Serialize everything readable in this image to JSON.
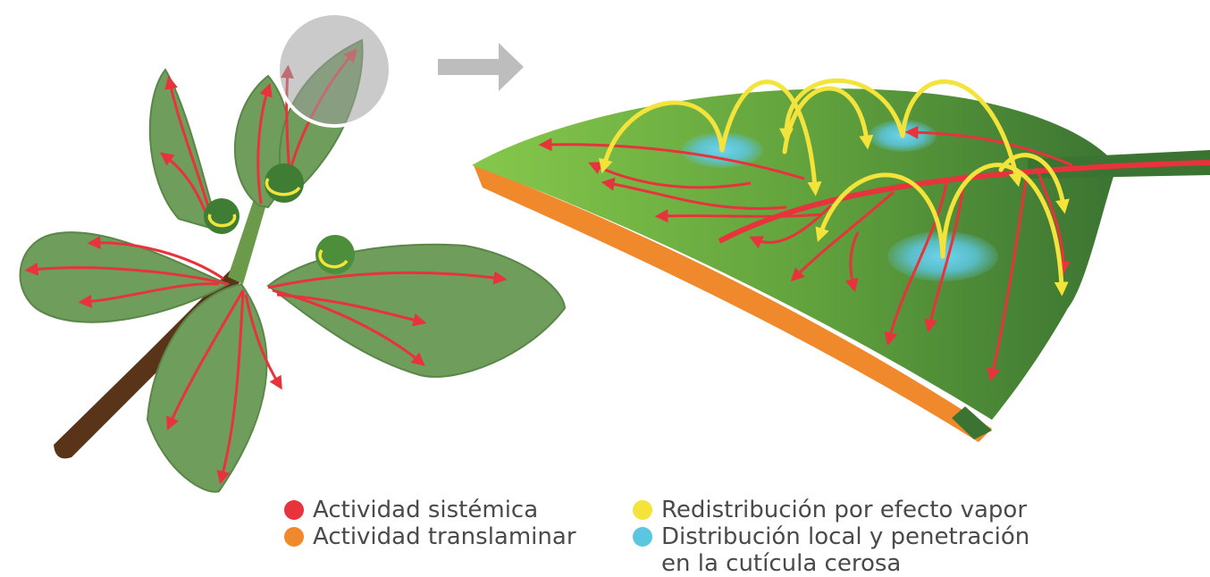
{
  "colors": {
    "systemic": "#e8323c",
    "translaminar": "#f0882c",
    "vapor": "#f4e33a",
    "local": "#5bc6e0",
    "leaf_light": "#7cbf45",
    "leaf_dark": "#3f7d34",
    "plant_leaf": "#6f9d5c",
    "stem": "#5a3418",
    "arrow_gray": "#bdbdbd"
  },
  "legend": {
    "items": [
      {
        "label": "Actividad sistémica",
        "color_key": "systemic"
      },
      {
        "label": "Actividad translaminar",
        "color_key": "translaminar"
      },
      {
        "label": "Redistribución por efecto vapor",
        "color_key": "vapor"
      },
      {
        "label": "Distribución local y penetración",
        "continuation": "en la cutícula cerosa",
        "color_key": "local"
      }
    ]
  },
  "icons": [
    "plant-illustration",
    "zoom-circle",
    "magnify-arrow-icon",
    "leaf-cross-section"
  ]
}
